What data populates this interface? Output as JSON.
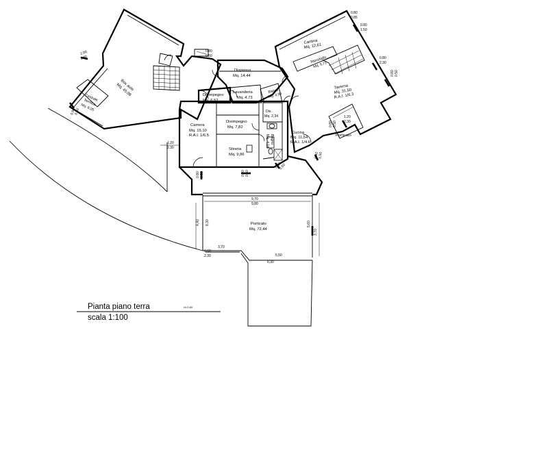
{
  "title": {
    "main": "Pianta piano terra",
    "scale": "scala 1:100",
    "height_note": "H=2.80"
  },
  "rooms": {
    "dispensa": {
      "name": "Dispensa",
      "area": "Mq. 14,44"
    },
    "disimpegno1": {
      "name": "Disimpegno",
      "area": "Mq. 6,52"
    },
    "lavanderia": {
      "name": "Lavanderia",
      "area": "Mq. 4,73"
    },
    "bagno": {
      "name": "Bagno",
      "area": "Mq. 4,90"
    },
    "dis": {
      "name": "Dis.",
      "area": "Mq. 2,34"
    },
    "disimpegno2": {
      "name": "Disimpegno",
      "area": "Mq. 7,82"
    },
    "camera": {
      "name": "Camera",
      "area": "Mq. 15,10",
      "rai": "R.A.I. 1/6.5"
    },
    "stireria": {
      "name": "Stireria",
      "area": "Mq. 9,86"
    },
    "bagno2": {
      "name": "Bagno",
      "area": "Mq. 4,18"
    },
    "cucina": {
      "name": "Cucina",
      "area": "Mq. 11,54",
      "rai": "R.A.I. 1/4.6"
    },
    "cantina": {
      "name": "Cantina",
      "area": "Mq. 12,61"
    },
    "ripostiglio": {
      "name": "Ripostiglio",
      "area": "Mq. 5,72"
    },
    "taverna": {
      "name": "Taverna",
      "area": "Mq. 31,50",
      "rai": "R.A.I. 1/6.3"
    },
    "porticato_small": {
      "name": "Porticato"
    },
    "box": {
      "name": "Box auto",
      "area": "Mq. 45,98"
    },
    "centrale": {
      "name": "Centrale",
      "sub": "Termica",
      "area": "Mq. 6,05"
    },
    "porticato": {
      "name": "Porticato",
      "area": "Mq. 72,44"
    }
  },
  "dimensions": {
    "d_0": "9,70",
    "d_1": "9,80",
    "d_2": "4,40",
    "d_3": "8,30",
    "d_4": "5,60",
    "d_5": "3,70",
    "d_6": "5,50",
    "d_7": "3,70",
    "d_8": "6,30",
    "d_9": "1.20",
    "d_10": "2.30",
    "d_11": "2.00",
    "d_12": "1.80",
    "d_13": "0.80",
    "d_14": "0.50",
    "d_15": "0.80",
    "d_16": "0.85",
    "d_17": "0.80",
    "d_18": "1.50",
    "d_19": "0.80",
    "d_20": "2.30",
    "d_21": "1.20",
    "d_22": "2.30",
    "d_23": "0.80",
    "d_24": "0.50",
    "d_25": "0.80",
    "d_26": "0.50",
    "d_27": "0.80",
    "d_28": "0.50",
    "d_29": "0.80",
    "d_30": "0.50",
    "d_31": "0.80",
    "d_32": "0.50",
    "d_33": "0.80",
    "d_34": "1.50",
    "d_35": "0.80",
    "d_36": "0.50",
    "d_37": "0.60",
    "d_38": "2.30"
  }
}
